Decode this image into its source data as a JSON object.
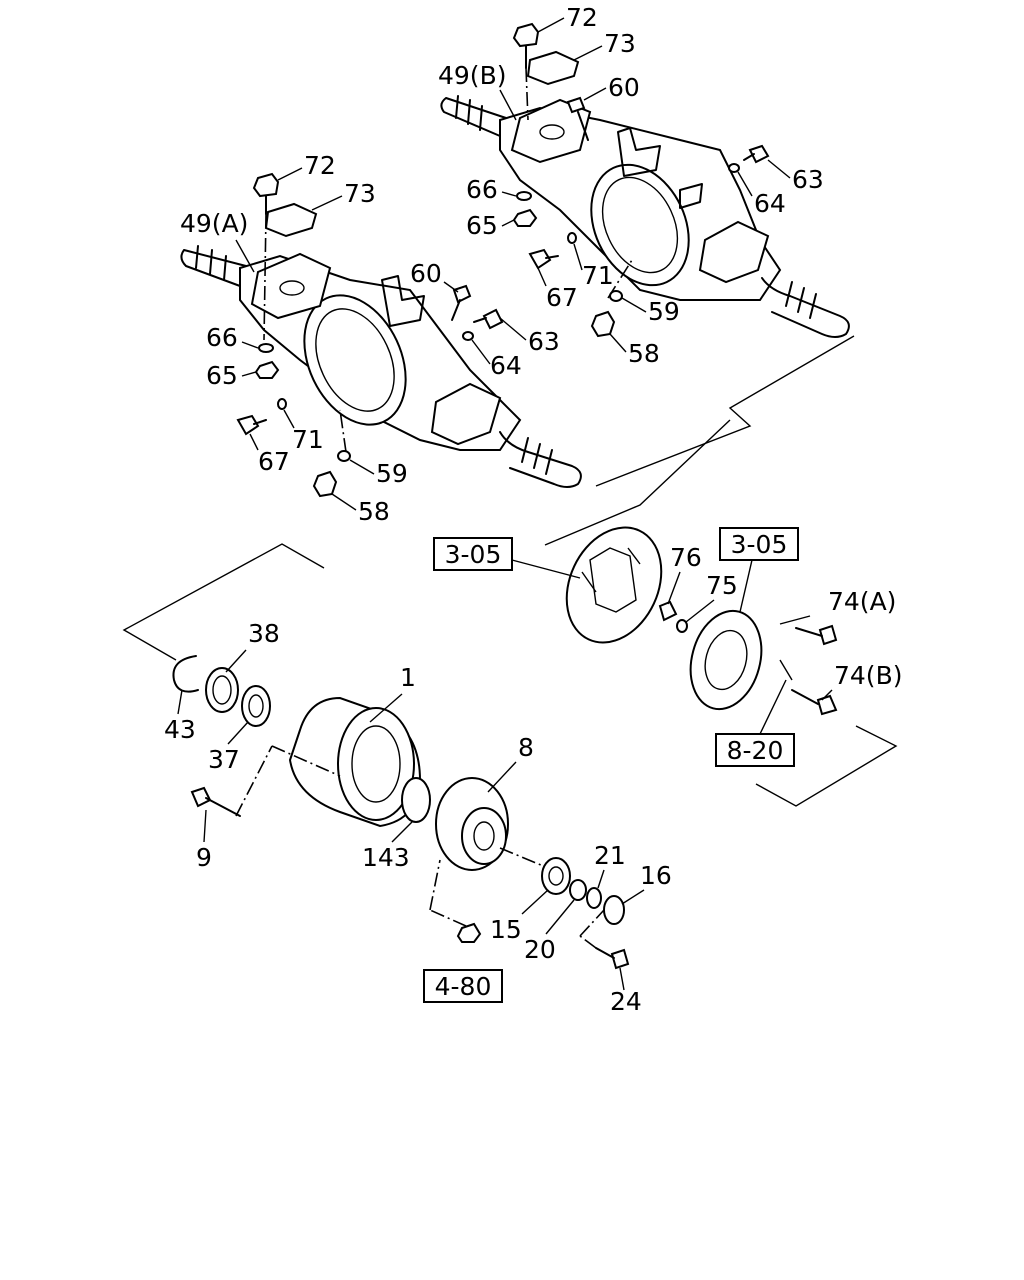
{
  "refs": {
    "ref_3_05_left": "3-05",
    "ref_3_05_right": "3-05",
    "ref_8_20": "8-20",
    "ref_4_80": "4-80"
  },
  "callouts": {
    "p1": "1",
    "p8": "8",
    "p9": "9",
    "p15": "15",
    "p16": "16",
    "p20": "20",
    "p21": "21",
    "p24": "24",
    "p37": "37",
    "p38": "38",
    "p43": "43",
    "p49a": "49(A)",
    "p49b": "49(B)",
    "p58": "58",
    "p59": "59",
    "p60": "60",
    "p63": "63",
    "p64": "64",
    "p65": "65",
    "p66": "66",
    "p67": "67",
    "p71": "71",
    "p72": "72",
    "p73": "73",
    "p74a": "74(A)",
    "p74b": "74(B)",
    "p75": "75",
    "p76": "76",
    "p143": "143"
  }
}
